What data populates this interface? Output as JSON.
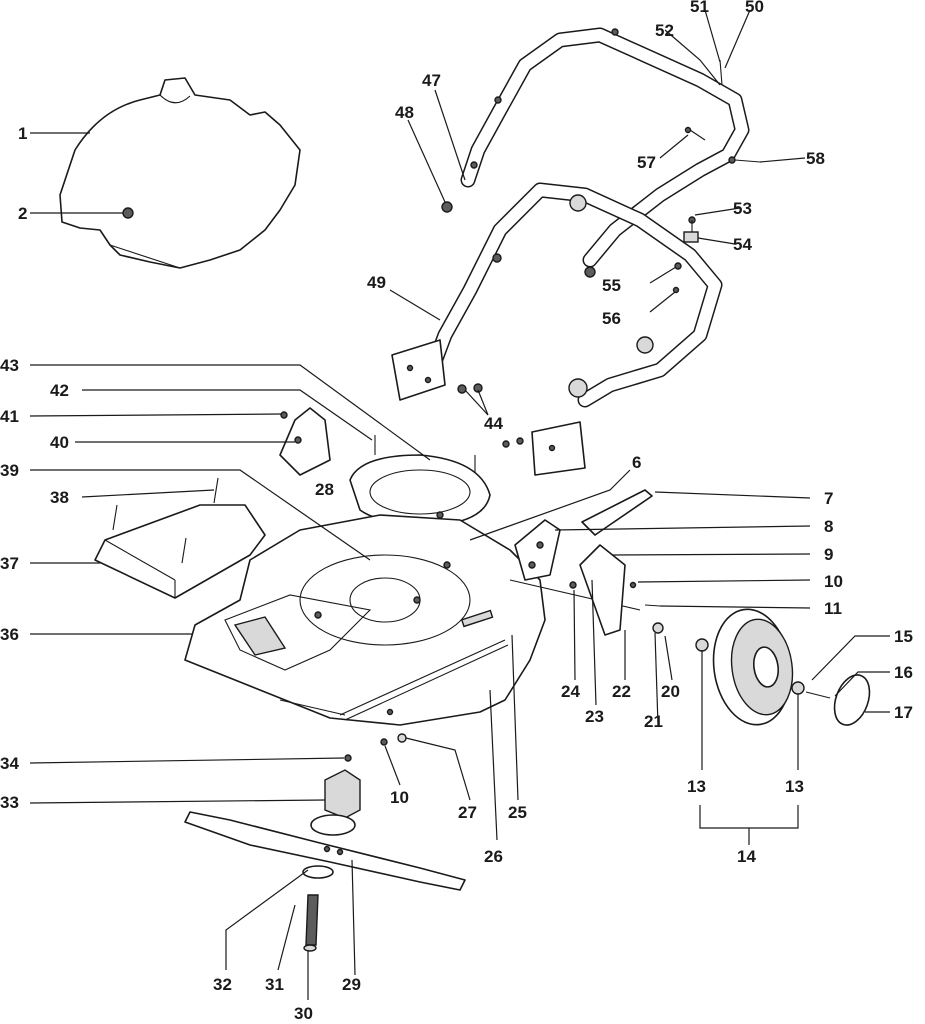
{
  "diagram": {
    "type": "exploded-parts-view",
    "callouts": [
      {
        "id": "c1",
        "text": "1"
      },
      {
        "id": "c2",
        "text": "2"
      },
      {
        "id": "c6",
        "text": "6"
      },
      {
        "id": "c7",
        "text": "7"
      },
      {
        "id": "c8",
        "text": "8"
      },
      {
        "id": "c9",
        "text": "9"
      },
      {
        "id": "c10a",
        "text": "10"
      },
      {
        "id": "c10b",
        "text": "10"
      },
      {
        "id": "c11",
        "text": "11"
      },
      {
        "id": "c13a",
        "text": "13"
      },
      {
        "id": "c13b",
        "text": "13"
      },
      {
        "id": "c14",
        "text": "14"
      },
      {
        "id": "c15",
        "text": "15"
      },
      {
        "id": "c16",
        "text": "16"
      },
      {
        "id": "c17",
        "text": "17"
      },
      {
        "id": "c20",
        "text": "20"
      },
      {
        "id": "c21",
        "text": "21"
      },
      {
        "id": "c22",
        "text": "22"
      },
      {
        "id": "c23",
        "text": "23"
      },
      {
        "id": "c24",
        "text": "24"
      },
      {
        "id": "c25",
        "text": "25"
      },
      {
        "id": "c26",
        "text": "26"
      },
      {
        "id": "c27",
        "text": "27"
      },
      {
        "id": "c28",
        "text": "28"
      },
      {
        "id": "c29",
        "text": "29"
      },
      {
        "id": "c30",
        "text": "30"
      },
      {
        "id": "c31",
        "text": "31"
      },
      {
        "id": "c32",
        "text": "32"
      },
      {
        "id": "c33",
        "text": "33"
      },
      {
        "id": "c34",
        "text": "34"
      },
      {
        "id": "c36",
        "text": "36"
      },
      {
        "id": "c37",
        "text": "37"
      },
      {
        "id": "c38",
        "text": "38"
      },
      {
        "id": "c39",
        "text": "39"
      },
      {
        "id": "c40",
        "text": "40"
      },
      {
        "id": "c41",
        "text": "41"
      },
      {
        "id": "c42",
        "text": "42"
      },
      {
        "id": "c43",
        "text": "43"
      },
      {
        "id": "c44",
        "text": "44"
      },
      {
        "id": "c47",
        "text": "47"
      },
      {
        "id": "c48",
        "text": "48"
      },
      {
        "id": "c49",
        "text": "49"
      },
      {
        "id": "c50",
        "text": "50"
      },
      {
        "id": "c51",
        "text": "51"
      },
      {
        "id": "c52",
        "text": "52"
      },
      {
        "id": "c53",
        "text": "53"
      },
      {
        "id": "c54",
        "text": "54"
      },
      {
        "id": "c55",
        "text": "55"
      },
      {
        "id": "c56",
        "text": "56"
      },
      {
        "id": "c57",
        "text": "57"
      },
      {
        "id": "c58",
        "text": "58"
      }
    ]
  }
}
